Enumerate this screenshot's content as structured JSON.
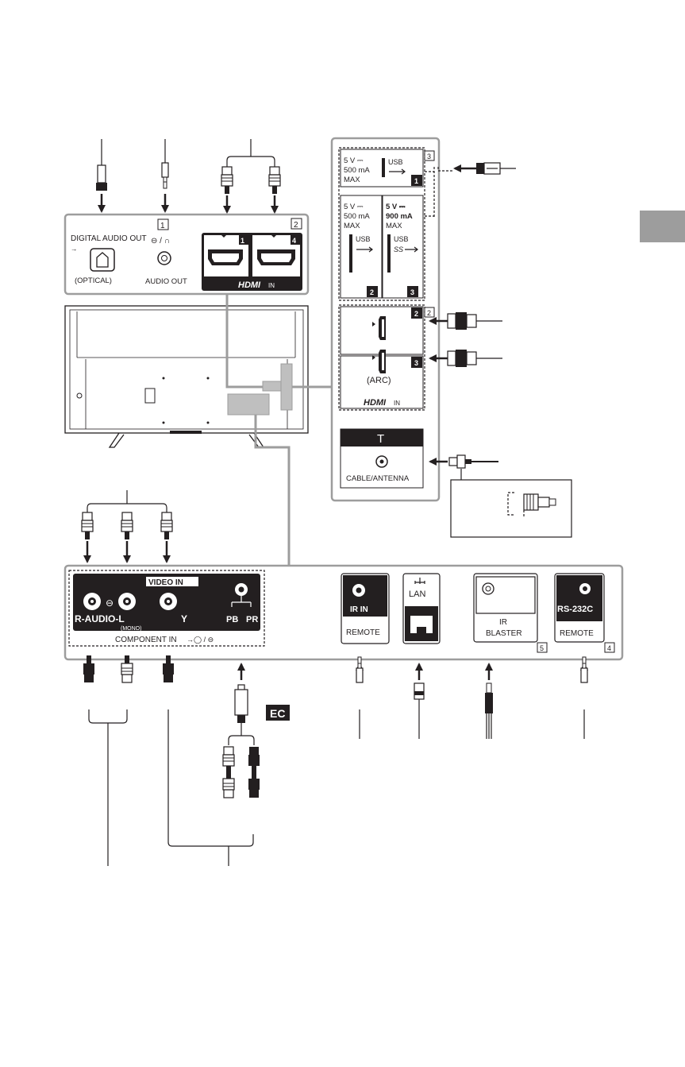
{
  "top_panel": {
    "digital_audio_out": "DIGITAL AUDIO OUT",
    "optical": "(OPTICAL)",
    "headphone_symbol": "⊖ / ∩",
    "audio_out": "AUDIO OUT",
    "badge_audio": "1",
    "badge_hdmi": "2",
    "hdmi_port_1": "1",
    "hdmi_port_4": "4",
    "hdmi_in_logo": "HDMI",
    "hdmi_in_suffix": "IN"
  },
  "right_panel": {
    "usb_group_badge": "3",
    "usb1_power": "5 V ⎓",
    "usb1_current": "500 mA",
    "usb1_max": "MAX",
    "usb1_label": "USB",
    "usb1_number": "1",
    "usb2_power": "5 V ⎓",
    "usb2_current": "500 mA",
    "usb2_max": "MAX",
    "usb2_label": "USB",
    "usb2_number": "2",
    "usb3_power": "5 V ⎓",
    "usb3_current": "900 mA",
    "usb3_max": "MAX",
    "usb3_label": "USB",
    "usb3_ss": "SS",
    "usb3_number": "3",
    "hdmi_group_badge": "2",
    "hdmi2_number": "2",
    "hdmi3_number": "3",
    "arc": "(ARC)",
    "hdmi_in_logo": "HDMI",
    "hdmi_in_suffix": "IN",
    "antenna_symbol": "T",
    "cable_antenna": "CABLE/ANTENNA"
  },
  "bottom_panel": {
    "audio_left_right": "R-AUDIO-L",
    "mono": "(MONO)",
    "y": "Y",
    "video_in": "VIDEO IN",
    "pb": "PB",
    "pr": "PR",
    "component_in": "COMPONENT IN",
    "ir_in": "IR IN",
    "remote1": "REMOTE",
    "lan": "LAN",
    "ir": "IR",
    "blaster": "BLASTER",
    "badge_ir_blaster": "5",
    "rs232c": "RS-232C",
    "remote2": "REMOTE",
    "badge_rs232c": "4"
  },
  "ec_badge": "EC"
}
